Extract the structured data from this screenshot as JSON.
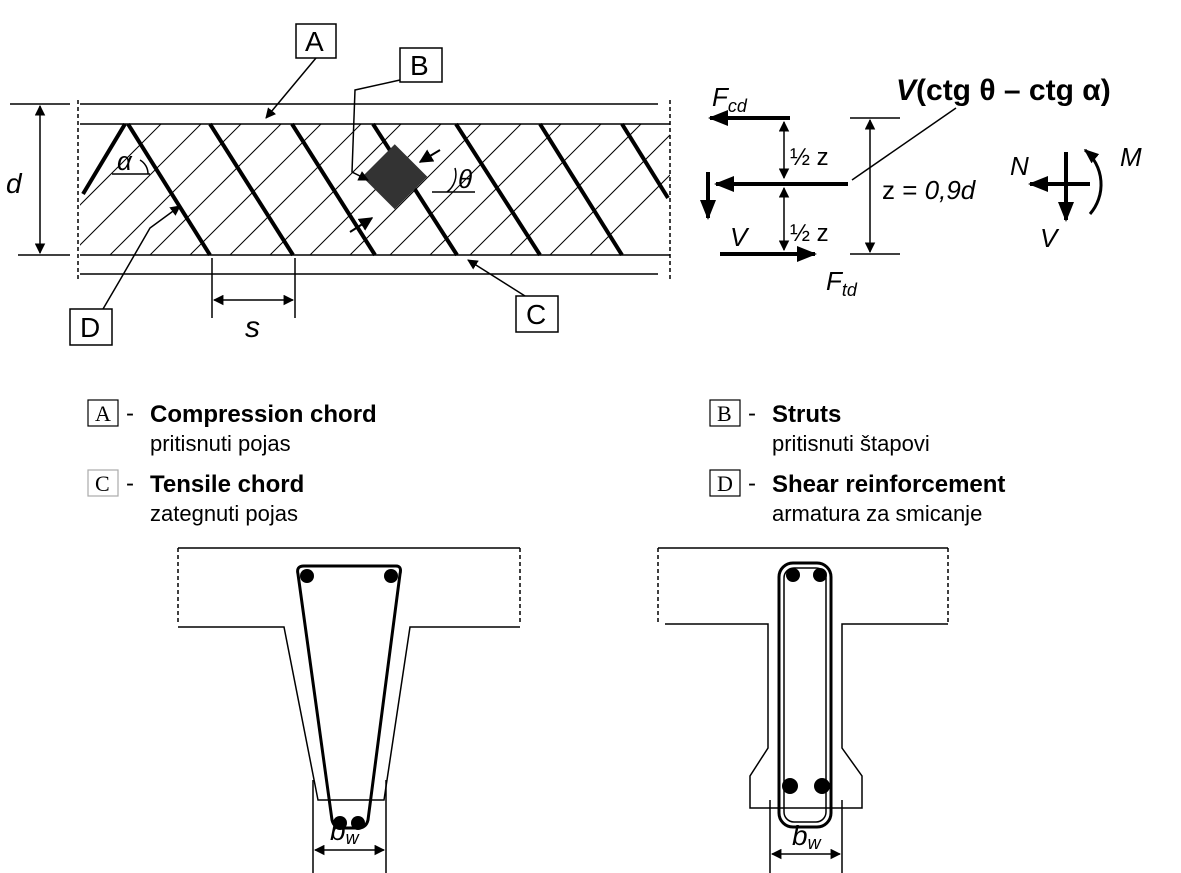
{
  "figure": {
    "labels": {
      "a": "A",
      "b": "B",
      "c": "C",
      "d": "D",
      "depth": "d",
      "spacing": "s",
      "alpha": "α",
      "theta": "θ"
    },
    "forces": {
      "fcd_main": "F",
      "fcd_sub": "cd",
      "ftd_main": "F",
      "ftd_sub": "td",
      "v_left": "V",
      "half_z_top": "½ z",
      "half_z_bottom": "½ z",
      "z_prefix": "z = ",
      "z_value": "0,9d",
      "strut_v": "V",
      "strut_expr": "(ctg θ – ctg α)",
      "n": "N",
      "m": "M",
      "v_right": "V"
    },
    "legend": [
      {
        "key": "A",
        "title": "Compression chord",
        "subtitle": "pritisnuti pojas"
      },
      {
        "key": "C",
        "title": "Tensile chord",
        "subtitle": "zategnuti pojas"
      },
      {
        "key": "B",
        "title": "Struts",
        "subtitle": "pritisnuti štapovi"
      },
      {
        "key": "D",
        "title": "Shear reinforcement",
        "subtitle": "armatura za smicanje"
      }
    ],
    "sections": {
      "bw_left_main": "b",
      "bw_left_sub": "w",
      "bw_right_main": "b",
      "bw_right_sub": "w",
      "separator": "-"
    }
  }
}
